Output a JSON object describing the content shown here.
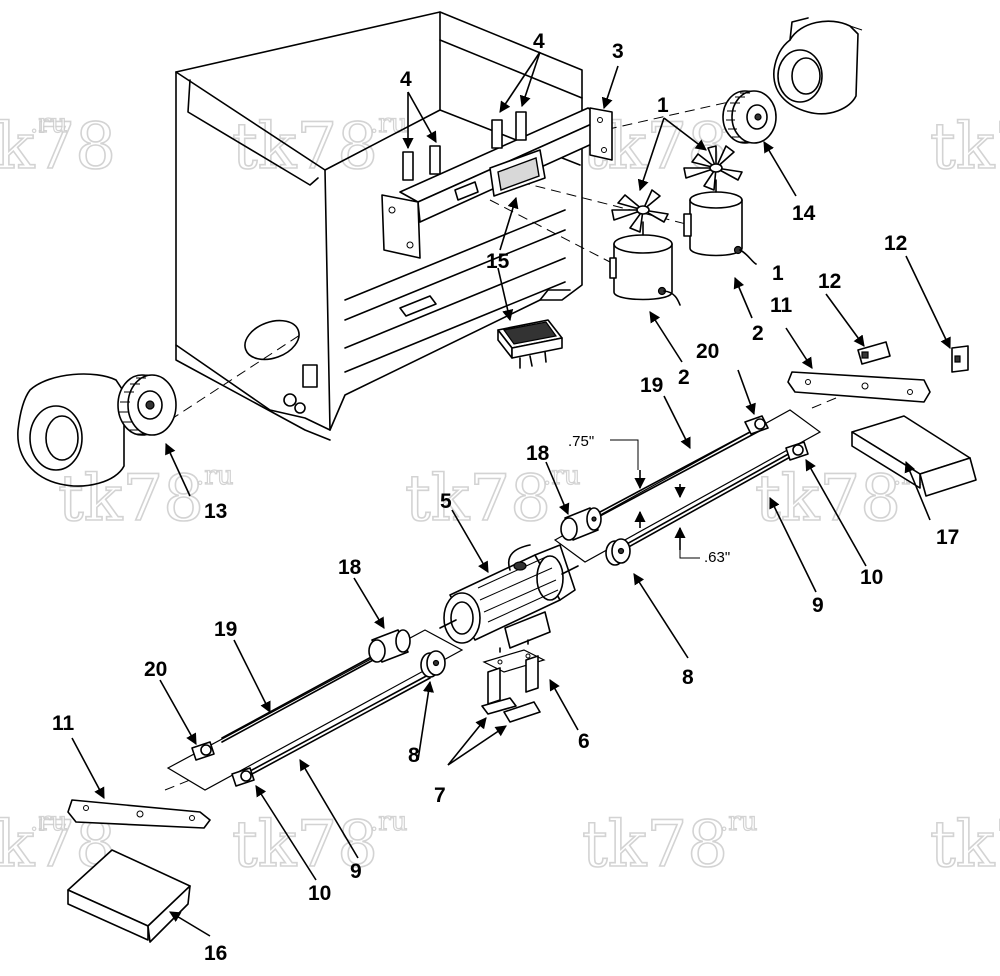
{
  "watermark": {
    "brand": "tk78",
    "suffix": ".ru"
  },
  "callouts": {
    "c1a": "1",
    "c1b": "1",
    "c2a": "2",
    "c2b": "2",
    "c3": "3",
    "c4a": "4",
    "c4b": "4",
    "c5": "5",
    "c6": "6",
    "c7": "7",
    "c8a": "8",
    "c8b": "8",
    "c9a": "9",
    "c9b": "9",
    "c10a": "10",
    "c10b": "10",
    "c11a": "11",
    "c11b": "11",
    "c12a": "12",
    "c12b": "12",
    "c13": "13",
    "c14": "14",
    "c15": "15",
    "c16": "16",
    "c17": "17",
    "c18a": "18",
    "c18b": "18",
    "c19a": "19",
    "c19b": "19",
    "c20a": "20",
    "c20b": "20"
  },
  "dimensions": {
    "upper_rod_offset": ".75\"",
    "lower_rod_offset": ".63\""
  }
}
